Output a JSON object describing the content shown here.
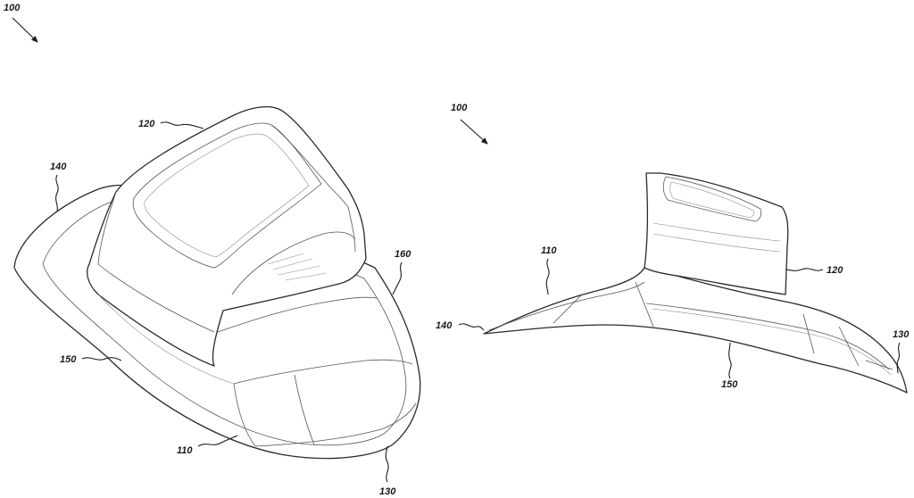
{
  "left_view": {
    "labels": {
      "assembly": "100",
      "upper": "120",
      "rim": "140",
      "edge": "160",
      "side": "150",
      "base": "110",
      "toe": "130"
    }
  },
  "right_view": {
    "labels": {
      "assembly": "100",
      "base": "110",
      "upper": "120",
      "rim": "140",
      "toe": "130",
      "side": "150"
    }
  }
}
